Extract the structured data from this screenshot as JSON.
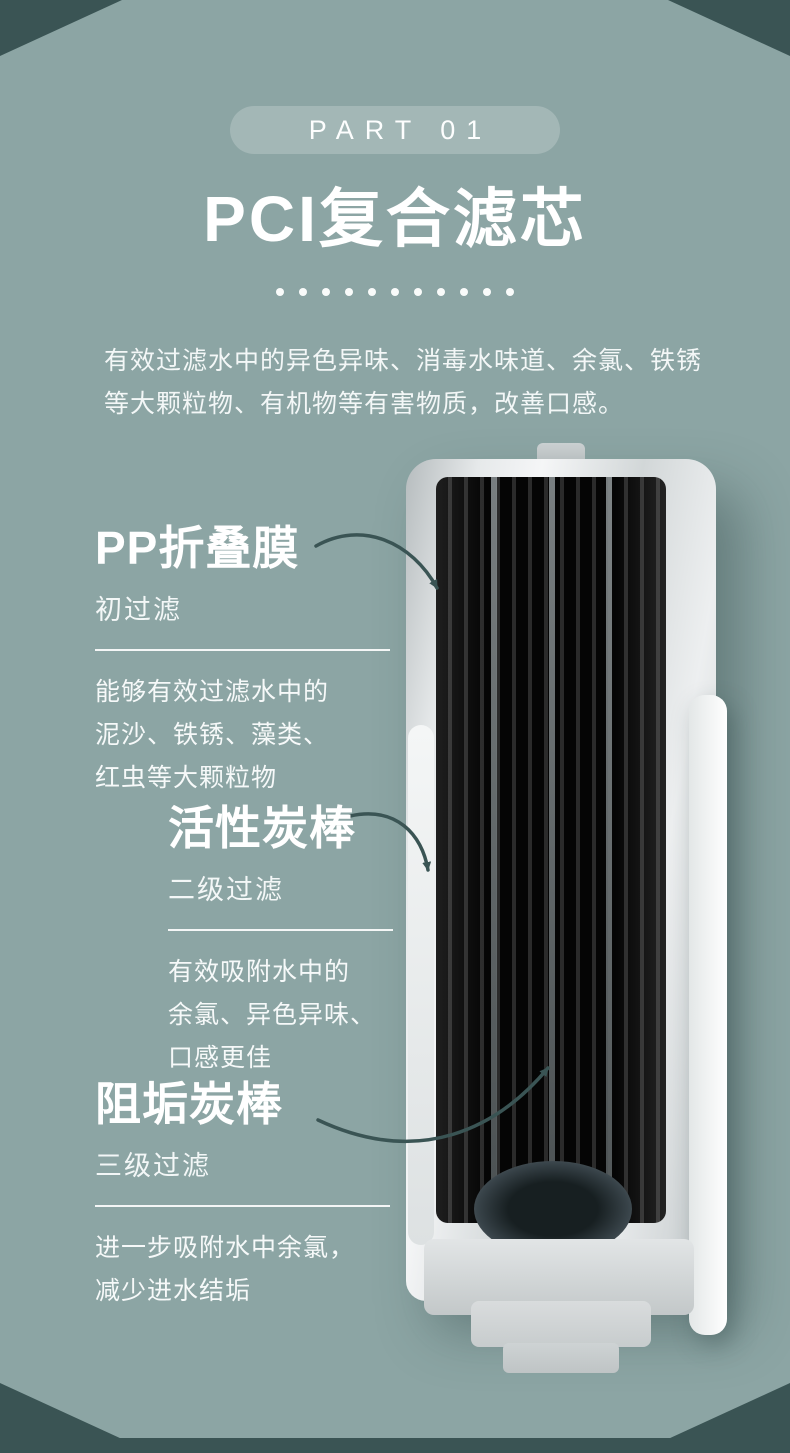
{
  "page": {
    "part_label": "PART 01",
    "title": "PCI复合滤芯",
    "intro_line1": "有效过滤水中的异色异味、消毒水味道、余氯、铁锈",
    "intro_line2": "等大颗粒物、有机物等有害物质，改善口感。",
    "colors": {
      "bg": "#8ca5a4",
      "accent-dark": "#3a5454",
      "text": "#ffffff"
    }
  },
  "callouts": [
    {
      "title": "PP折叠膜",
      "subtitle": "初过滤",
      "desc_lines": [
        "能够有效过滤水中的",
        "泥沙、铁锈、藻类、",
        "红虫等大颗粒物"
      ]
    },
    {
      "title": "活性炭棒",
      "subtitle": "二级过滤",
      "desc_lines": [
        "有效吸附水中的",
        "余氯、异色异味、",
        "口感更佳"
      ]
    },
    {
      "title": "阻垢炭棒",
      "subtitle": "三级过滤",
      "desc_lines": [
        "进一步吸附水中余氯，",
        "减少进水结垢"
      ]
    }
  ]
}
